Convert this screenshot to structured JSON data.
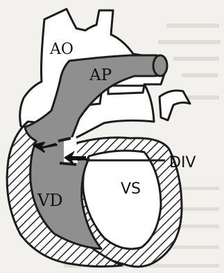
{
  "labels": {
    "ao": "AO",
    "ap": "AP",
    "vd": "VD",
    "vs": "VS",
    "div": "DIV"
  },
  "colors": {
    "background": "#f3f1ee",
    "outline": "#1c1c1c",
    "shaded_chamber": "#8f8f8f",
    "paper_fill": "#ffffff",
    "hatch": "#2a2a2a"
  },
  "icons": {
    "shunt_arrow": "arrow-left-icon",
    "defect_pointer": "arrow-right-icon"
  }
}
